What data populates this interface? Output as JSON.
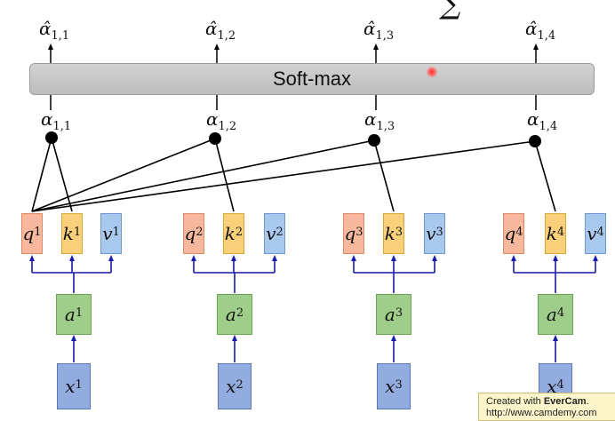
{
  "title": "",
  "softmax": {
    "label": "Soft-max"
  },
  "outputs": [
    {
      "sym": "α̂",
      "sub": "1,1"
    },
    {
      "sym": "α̂",
      "sub": "1,2"
    },
    {
      "sym": "α̂",
      "sub": "1,3"
    },
    {
      "sym": "α̂",
      "sub": "1,4"
    }
  ],
  "inputs": [
    {
      "sym": "α",
      "sub": "1,1"
    },
    {
      "sym": "α",
      "sub": "1,2"
    },
    {
      "sym": "α",
      "sub": "1,3"
    },
    {
      "sym": "α",
      "sub": "1,4"
    }
  ],
  "columns": [
    {
      "q": "q",
      "k": "k",
      "v": "v",
      "a": "a",
      "x": "x",
      "sup": "1"
    },
    {
      "q": "q",
      "k": "k",
      "v": "v",
      "a": "a",
      "x": "x",
      "sup": "2"
    },
    {
      "q": "q",
      "k": "k",
      "v": "v",
      "a": "a",
      "x": "x",
      "sup": "3"
    },
    {
      "q": "q",
      "k": "k",
      "v": "v",
      "a": "a",
      "x": "x",
      "sup": "4"
    }
  ],
  "watermark": {
    "line1_prefix": "Created with ",
    "line1_brand": "EverCam",
    "line1_suffix": ".",
    "line2": "http://www.camdemy.com"
  },
  "colors": {
    "query": "#f7b89e",
    "key": "#fbd07a",
    "value": "#a9c8ee",
    "embedding": "#9fcd8a",
    "input": "#93ace0",
    "arrow_blue": "#1a1aa8",
    "line_black": "#000000"
  }
}
